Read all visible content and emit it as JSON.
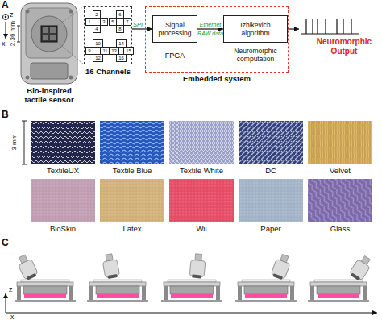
{
  "diagram": {
    "nodes": [
      {
        "text": [
          "16 Channels"
        ]
      },
      {
        "text": [
          "1"
        ],
        "in": 0
      },
      {
        "text": [
          "2"
        ],
        "in": 0
      },
      {
        "text": [
          "3"
        ],
        "in": 0
      },
      {
        "text": [
          "4"
        ],
        "in": 0
      },
      {
        "text": [
          "5"
        ],
        "in": 0
      },
      {
        "text": [
          "6"
        ],
        "in": 0
      },
      {
        "text": [
          "7"
        ],
        "in": 0
      },
      {
        "text": [
          "8"
        ],
        "in": 0
      },
      {
        "text": [
          "9"
        ],
        "in": 0
      },
      {
        "text": [
          "10"
        ],
        "in": 0
      },
      {
        "text": [
          "11"
        ],
        "in": 0
      },
      {
        "text": [
          "12"
        ],
        "in": 0
      },
      {
        "text": [
          "13"
        ],
        "in": 0
      },
      {
        "text": [
          "14"
        ],
        "in": 0
      },
      {
        "text": [
          "15"
        ],
        "in": 0
      },
      {
        "text": [
          "16"
        ],
        "in": 0
      },
      {
        "text": [
          "Embedded system"
        ]
      },
      {
        "text": [
          "Signal processing",
          "FPGA"
        ],
        "in": 17
      },
      {
        "text": [
          "Izhikevich algorithm",
          "Neuromorphic computation"
        ],
        "in": 17
      }
    ],
    "edges": [
      {
        "from": 0,
        "to": 18,
        "arrow": "to",
        "label": "SPI"
      },
      {
        "from": 18,
        "to": 19,
        "arrow": "to",
        "label": "Ethernet"
      }
    ],
    "labels": [
      "A",
      "z",
      "x",
      "2.36 mm",
      "Bio-inspired tactile sensor",
      "RAW data",
      "Neuromorphic Output",
      "B",
      "3 mm",
      "TextileUX",
      "Textile Blue",
      "Textile White",
      "DC",
      "Velvet",
      "BioSkin",
      "Latex",
      "Wii",
      "Paper",
      "Glass",
      "C",
      "z",
      "x"
    ]
  }
}
